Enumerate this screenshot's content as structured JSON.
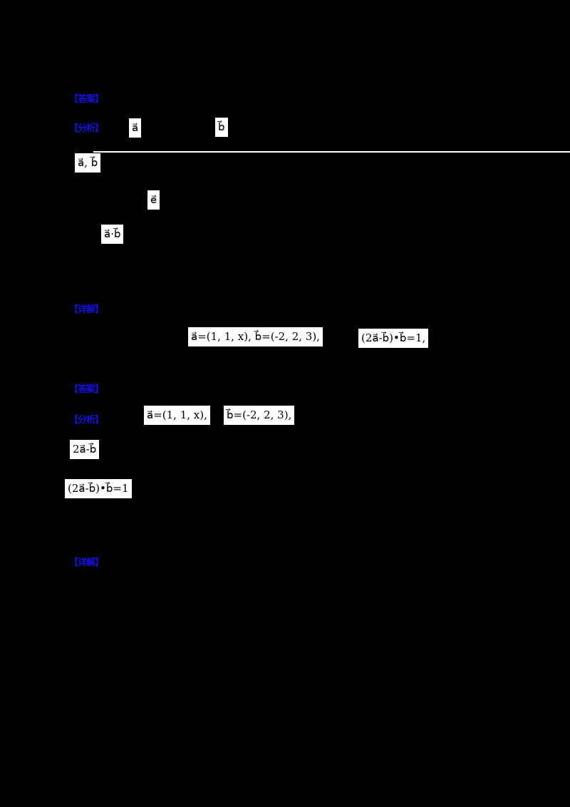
{
  "page": {
    "background_color": "#000000",
    "label_color": "#1212e0",
    "formula_bg_color": "#ffffff",
    "formula_text_color": "#000000"
  },
  "labels": {
    "answer1": "【答案】",
    "analysis1": "【分析】",
    "detail1": "【详解】",
    "answer2": "【答案】",
    "analysis2": "【分析】",
    "detail2": "【详解】"
  },
  "formulas": {
    "vector_a_top": "a⃗",
    "vector_b_top": "b⃗",
    "vectors_a_b": "a⃗, b⃗",
    "vector_e": "e⃗",
    "dot_a_b": "a⃗·b⃗",
    "given_vectors": "a⃗=(1, 1, x), b⃗=(-2, 2, 3),",
    "given_equation": "(2a⃗-b⃗)•b⃗=1,",
    "vector_a_def": "a⃗=(1, 1, x),",
    "vector_b_def": "b⃗=(-2, 2, 3),",
    "expr_2a_minus_b": "2a⃗-b⃗",
    "equation_result": "(2a⃗-b⃗)•b⃗=1"
  }
}
